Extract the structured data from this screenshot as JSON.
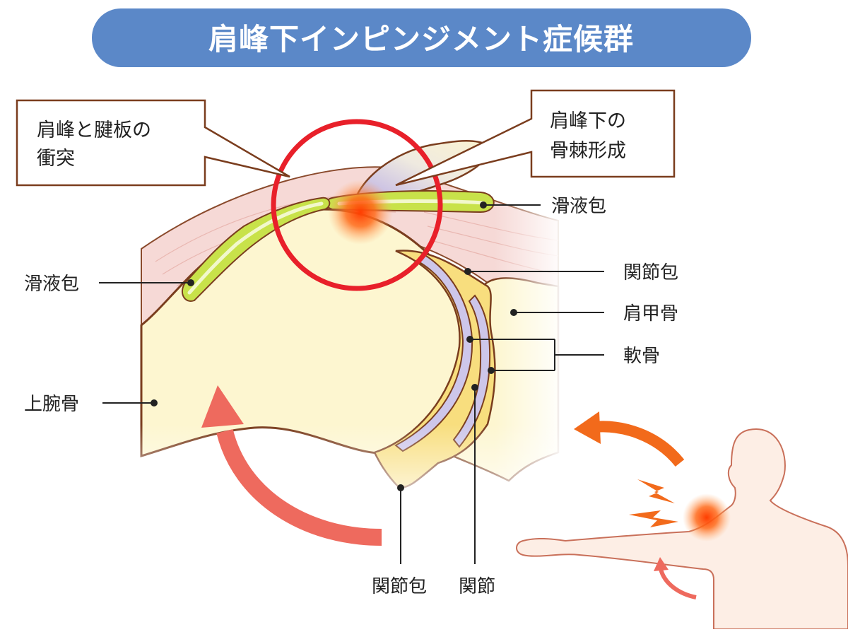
{
  "title": "肩峰下インピンジメント症候群",
  "callouts": {
    "impact_line1": "肩峰と腱板の",
    "impact_line2": "衝突",
    "spur_line1": "肩峰下の",
    "spur_line2": "骨棘形成"
  },
  "labels": {
    "bursa_right": "滑液包",
    "bursa_left": "滑液包",
    "capsule_right": "関節包",
    "scapula": "肩甲骨",
    "cartilage": "軟骨",
    "humerus": "上腕骨",
    "capsule_bottom": "関節包",
    "joint": "関節"
  },
  "colors": {
    "title_bg": "#5b88c8",
    "highlight_ring": "#e8202a",
    "pain_glow": "#ff5a1a",
    "arrow_salmon": "#ee6a5e",
    "arrow_orange": "#f26a1b",
    "bone_fill": "#fdf6d0",
    "bursa_fill": "#c8e24a",
    "cartilage_fill": "#cdc6ea",
    "capsule_fill": "#f8de7e",
    "muscle_fill": "#f6d9d6"
  },
  "icons": [
    "pain-bolt-icon",
    "person-silhouette-icon",
    "motion-arrow-icon"
  ]
}
